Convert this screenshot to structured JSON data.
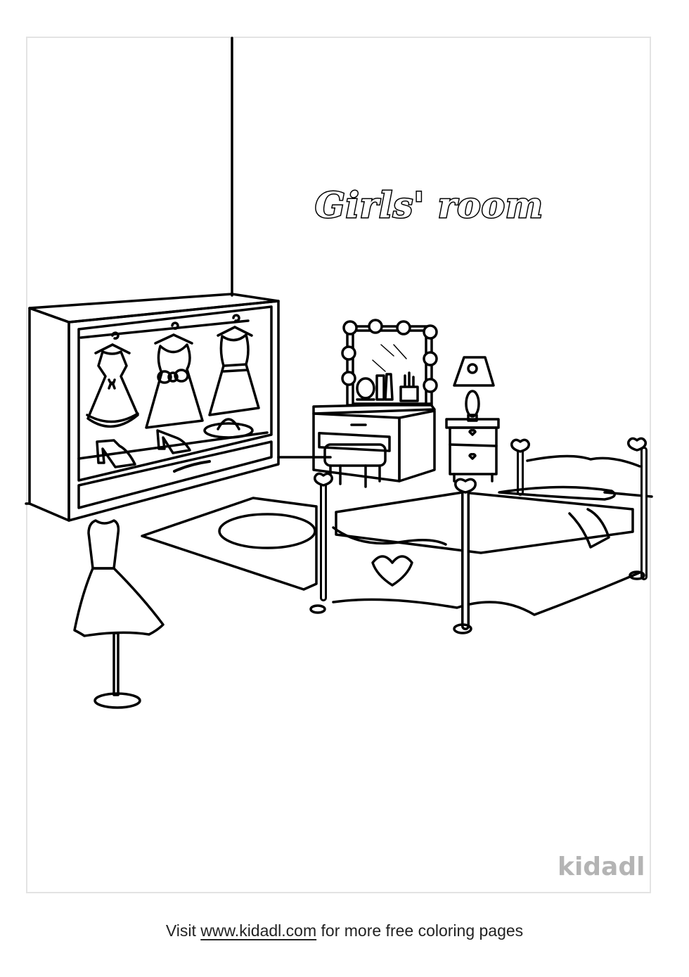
{
  "page": {
    "type": "coloring-page",
    "title": "Girls' room",
    "watermark": "kidadl"
  },
  "illustration": {
    "scene": "Girls' room bedroom",
    "objects": [
      "wall-corner-line",
      "wardrobe-with-three-dresses",
      "shoes",
      "hat",
      "vanity-mirror-with-lights",
      "makeup-items",
      "vanity-desk",
      "stool",
      "table-lamp-with-flower",
      "nightstand-with-hearts",
      "rug-with-oval",
      "bed-with-heart-posts",
      "dress-form-mannequin"
    ],
    "line_color": "#000000",
    "background_color": "#ffffff",
    "frame_border_color": "#e3e3e3"
  },
  "footer": {
    "prefix": "Visit ",
    "link_text": "www.kidadl.com",
    "suffix": " for more free coloring pages"
  }
}
